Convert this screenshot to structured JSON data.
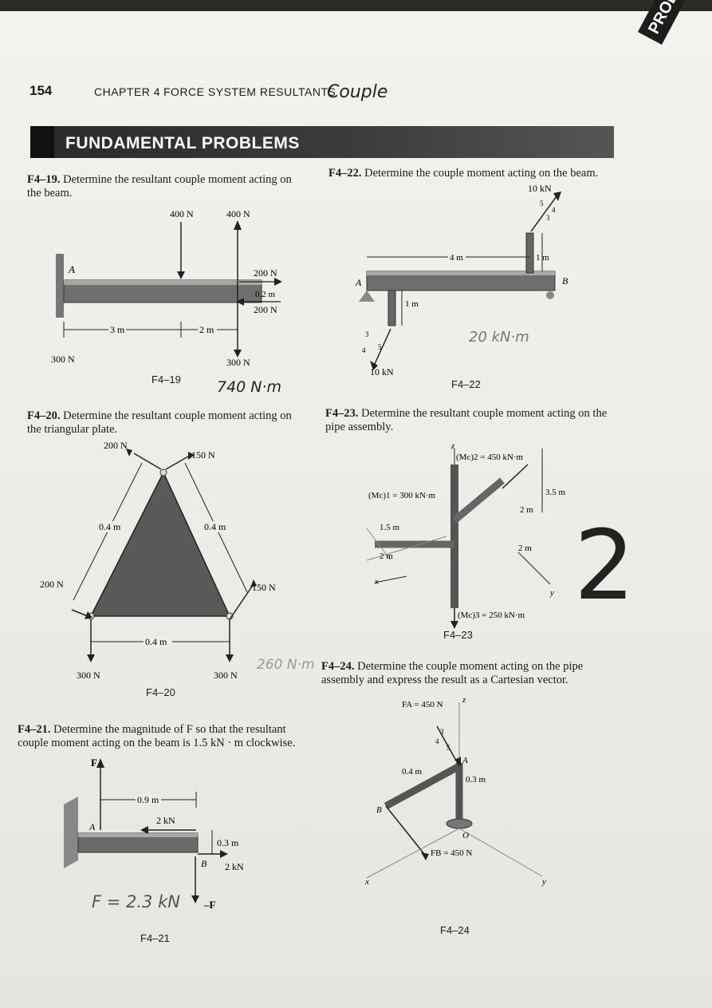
{
  "header": {
    "page_number": "154",
    "chapter": "CHAPTER 4",
    "chapter_title": "FORCE SYSTEM RESULTANTS",
    "handwritten_note": "Couple"
  },
  "side_tab": "PROBLEM",
  "section_title": "FUNDAMENTAL PROBLEMS",
  "problems": {
    "f419": {
      "label": "F4–19.",
      "text": "Determine the resultant couple moment acting on the beam.",
      "forces": [
        "400 N",
        "400 N",
        "200 N",
        "200 N",
        "300 N",
        "300 N"
      ],
      "dims": [
        "0.2 m",
        "3 m",
        "2 m"
      ],
      "point": "A",
      "caption": "F4–19",
      "answer": "740 N·m"
    },
    "f420": {
      "label": "F4–20.",
      "text": "Determine the resultant couple moment acting on the triangular plate.",
      "forces": [
        "200 N",
        "150 N",
        "200 N",
        "150 N",
        "300 N",
        "300 N"
      ],
      "dims": [
        "0.4 m",
        "0.4 m",
        "0.4 m"
      ],
      "caption": "F4–20",
      "answer": "260 N·m"
    },
    "f421": {
      "label": "F4–21.",
      "text": "Determine the magnitude of F so that the resultant couple moment acting on the beam is 1.5 kN · m clockwise.",
      "forces": [
        "F",
        "2 kN",
        "2 kN",
        "–F"
      ],
      "dims": [
        "0.9 m",
        "0.3 m"
      ],
      "points": [
        "A",
        "B"
      ],
      "caption": "F4–21",
      "answer": "F = 2.3 kN"
    },
    "f422": {
      "label": "F4–22.",
      "text": "Determine the couple moment acting on the beam.",
      "forces": [
        "10 kN",
        "10 kN"
      ],
      "dims": [
        "4 m",
        "1 m",
        "1 m"
      ],
      "slope": [
        "5",
        "4",
        "3",
        "3",
        "4",
        "5"
      ],
      "points": [
        "A",
        "B"
      ],
      "caption": "F4–22",
      "answer": "20 kN·m"
    },
    "f423": {
      "label": "F4–23.",
      "text": "Determine the resultant couple moment acting on the pipe assembly.",
      "moments": [
        "(Mc)2 = 450 kN·m",
        "(Mc)1 = 300 kN·m",
        "(Mc)3 = 250 kN·m"
      ],
      "dims": [
        "3.5 m",
        "2 m",
        "1.5 m",
        "2 m",
        "2 m"
      ],
      "axes": [
        "z",
        "x",
        "y"
      ],
      "caption": "F4–23",
      "symbol": "2"
    },
    "f424": {
      "label": "F4–24.",
      "text": "Determine the couple moment acting on the pipe assembly and express the result as a Cartesian vector.",
      "forces": [
        "FA = 450 N",
        "FB = 450 N"
      ],
      "dims": [
        "0.4 m",
        "0.3 m"
      ],
      "slope": [
        "3",
        "4",
        "5"
      ],
      "points": [
        "A",
        "B",
        "O"
      ],
      "axes": [
        "z",
        "x",
        "y"
      ],
      "caption": "F4–24"
    }
  }
}
